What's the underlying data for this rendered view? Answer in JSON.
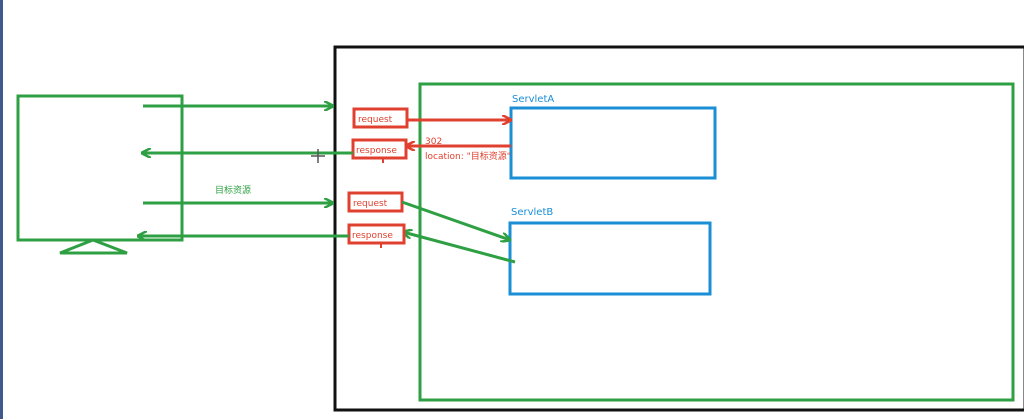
{
  "diagram": {
    "title": "",
    "client_label": "目标资源",
    "servlet_a": {
      "name": "ServletA"
    },
    "servlet_b": {
      "name": "ServletB"
    },
    "first_exchange": {
      "request_label": "request",
      "response_label": "response",
      "status_code": "302",
      "location_header": "location: \"目标资源\""
    },
    "second_exchange": {
      "request_label": "request",
      "response_label": "response"
    }
  },
  "colors": {
    "green": "#2ea043",
    "red": "#e0402f",
    "blue": "#1a8fd6",
    "black": "#111111",
    "left_strip": "#3f5a8a"
  }
}
